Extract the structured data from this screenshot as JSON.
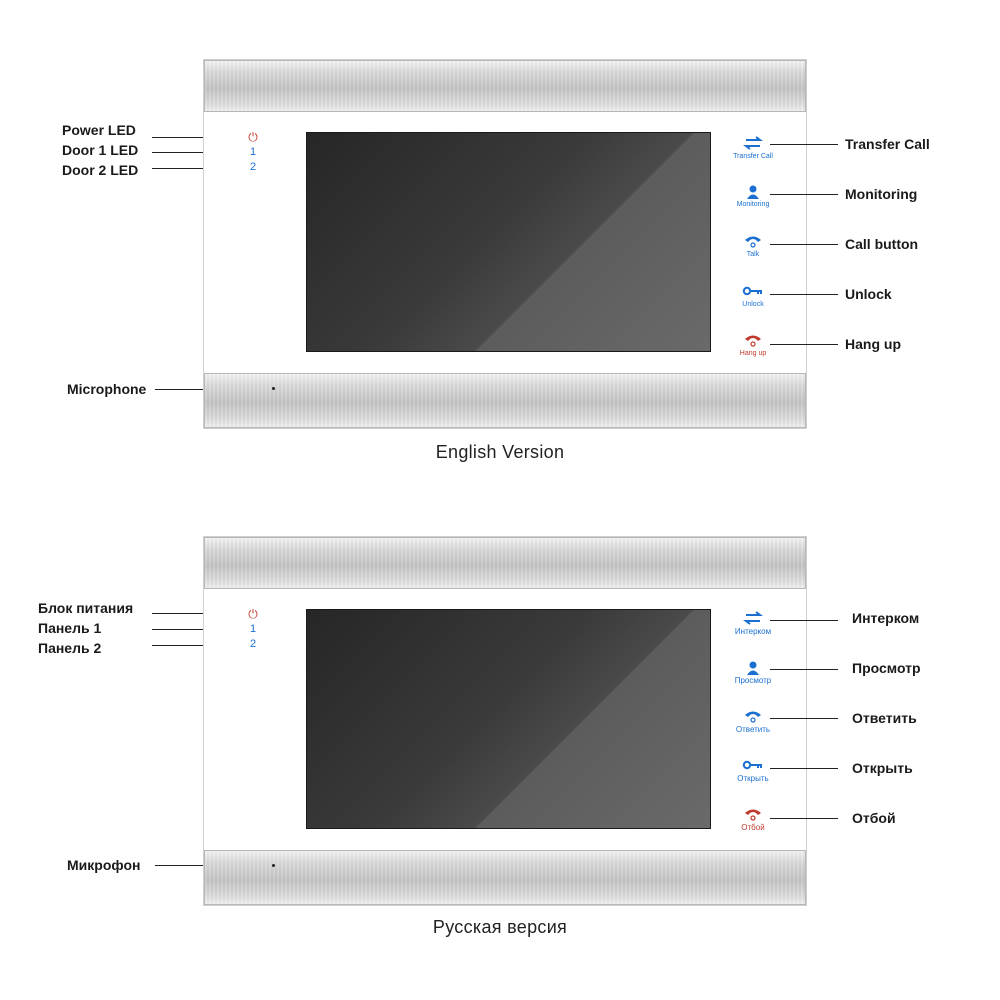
{
  "english": {
    "caption": "English Version",
    "left_labels": {
      "power": "Power LED",
      "door1": "Door 1 LED",
      "door2": "Door 2 LED",
      "mic": "Microphone"
    },
    "leds": {
      "power_icon": "power-icon",
      "door1": "1",
      "door2": "2"
    },
    "buttons": [
      {
        "icon": "transfer-icon",
        "label": "Transfer Call",
        "callout": "Transfer Call"
      },
      {
        "icon": "person-icon",
        "label": "Monitoring",
        "callout": "Monitoring"
      },
      {
        "icon": "phone-icon",
        "label": "Talk",
        "callout": "Call button"
      },
      {
        "icon": "key-icon",
        "label": "Unlock",
        "callout": "Unlock"
      },
      {
        "icon": "hangup-icon",
        "label": "Hang up",
        "callout": "Hang up"
      }
    ]
  },
  "russian": {
    "caption": "Русская версия",
    "left_labels": {
      "power": "Блок питания",
      "door1": "Панель 1",
      "door2": "Панель 2",
      "mic": "Микрофон"
    },
    "leds": {
      "power_icon": "power-icon",
      "door1": "1",
      "door2": "2"
    },
    "buttons": [
      {
        "icon": "transfer-icon",
        "label": "Интерком",
        "callout": "Интерком"
      },
      {
        "icon": "person-icon",
        "label": "Просмотр",
        "callout": "Просмотр"
      },
      {
        "icon": "phone-icon",
        "label": "Ответить",
        "callout": "Ответить"
      },
      {
        "icon": "key-icon",
        "label": "Открыть",
        "callout": "Открыть"
      },
      {
        "icon": "hangup-icon",
        "label": "Отбой",
        "callout": "Отбой"
      }
    ]
  },
  "colors": {
    "accent_blue": "#1a6fd0",
    "accent_red": "#c0392b",
    "steel": "#c4c4c4",
    "screen": "#3a3a3a"
  }
}
